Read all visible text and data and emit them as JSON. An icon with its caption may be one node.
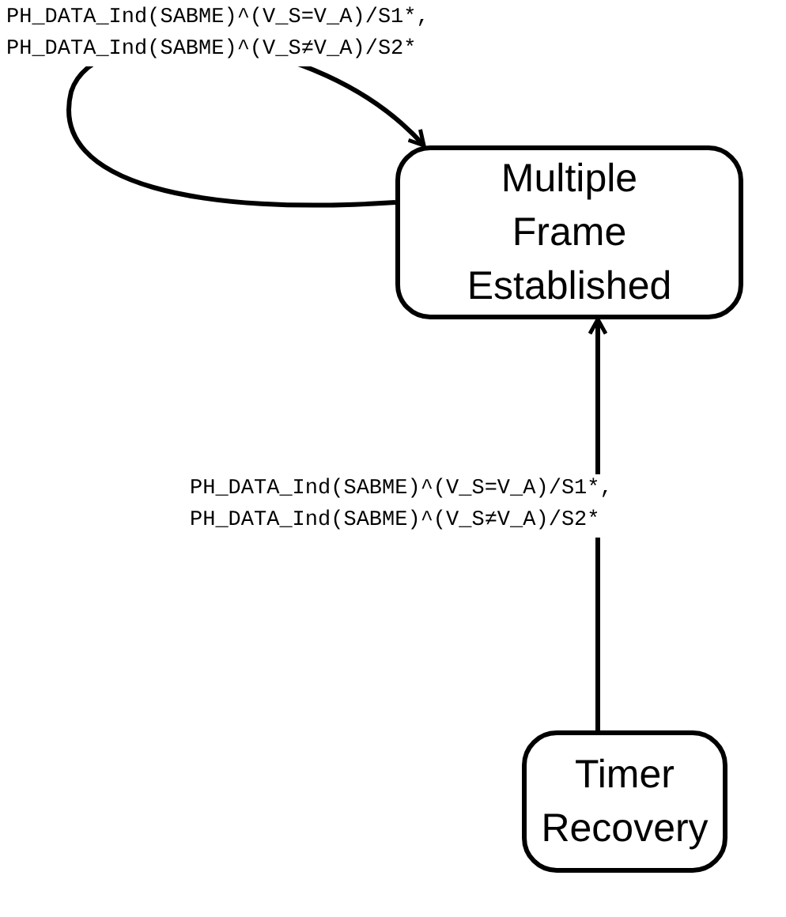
{
  "diagram": {
    "nodes": [
      {
        "text": [
          "Multiple Frame Established"
        ]
      },
      {
        "text": [
          "Timer Recovery"
        ]
      }
    ],
    "edges": [
      {
        "from": 0,
        "to": 0,
        "arrow": "to",
        "label": "PH_DATA_Ind(SABME)^(V_S=V_A)/S1*, PH_DATA_Ind(SABME)^(V_S≠V_A)/S2*"
      },
      {
        "from": 1,
        "to": 0,
        "arrow": "to",
        "label": "PH_DATA_Ind(SABME)^(V_S=V_A)/S1*, PH_DATA_Ind(SABME)^(V_S≠V_A)/S2*"
      }
    ]
  }
}
